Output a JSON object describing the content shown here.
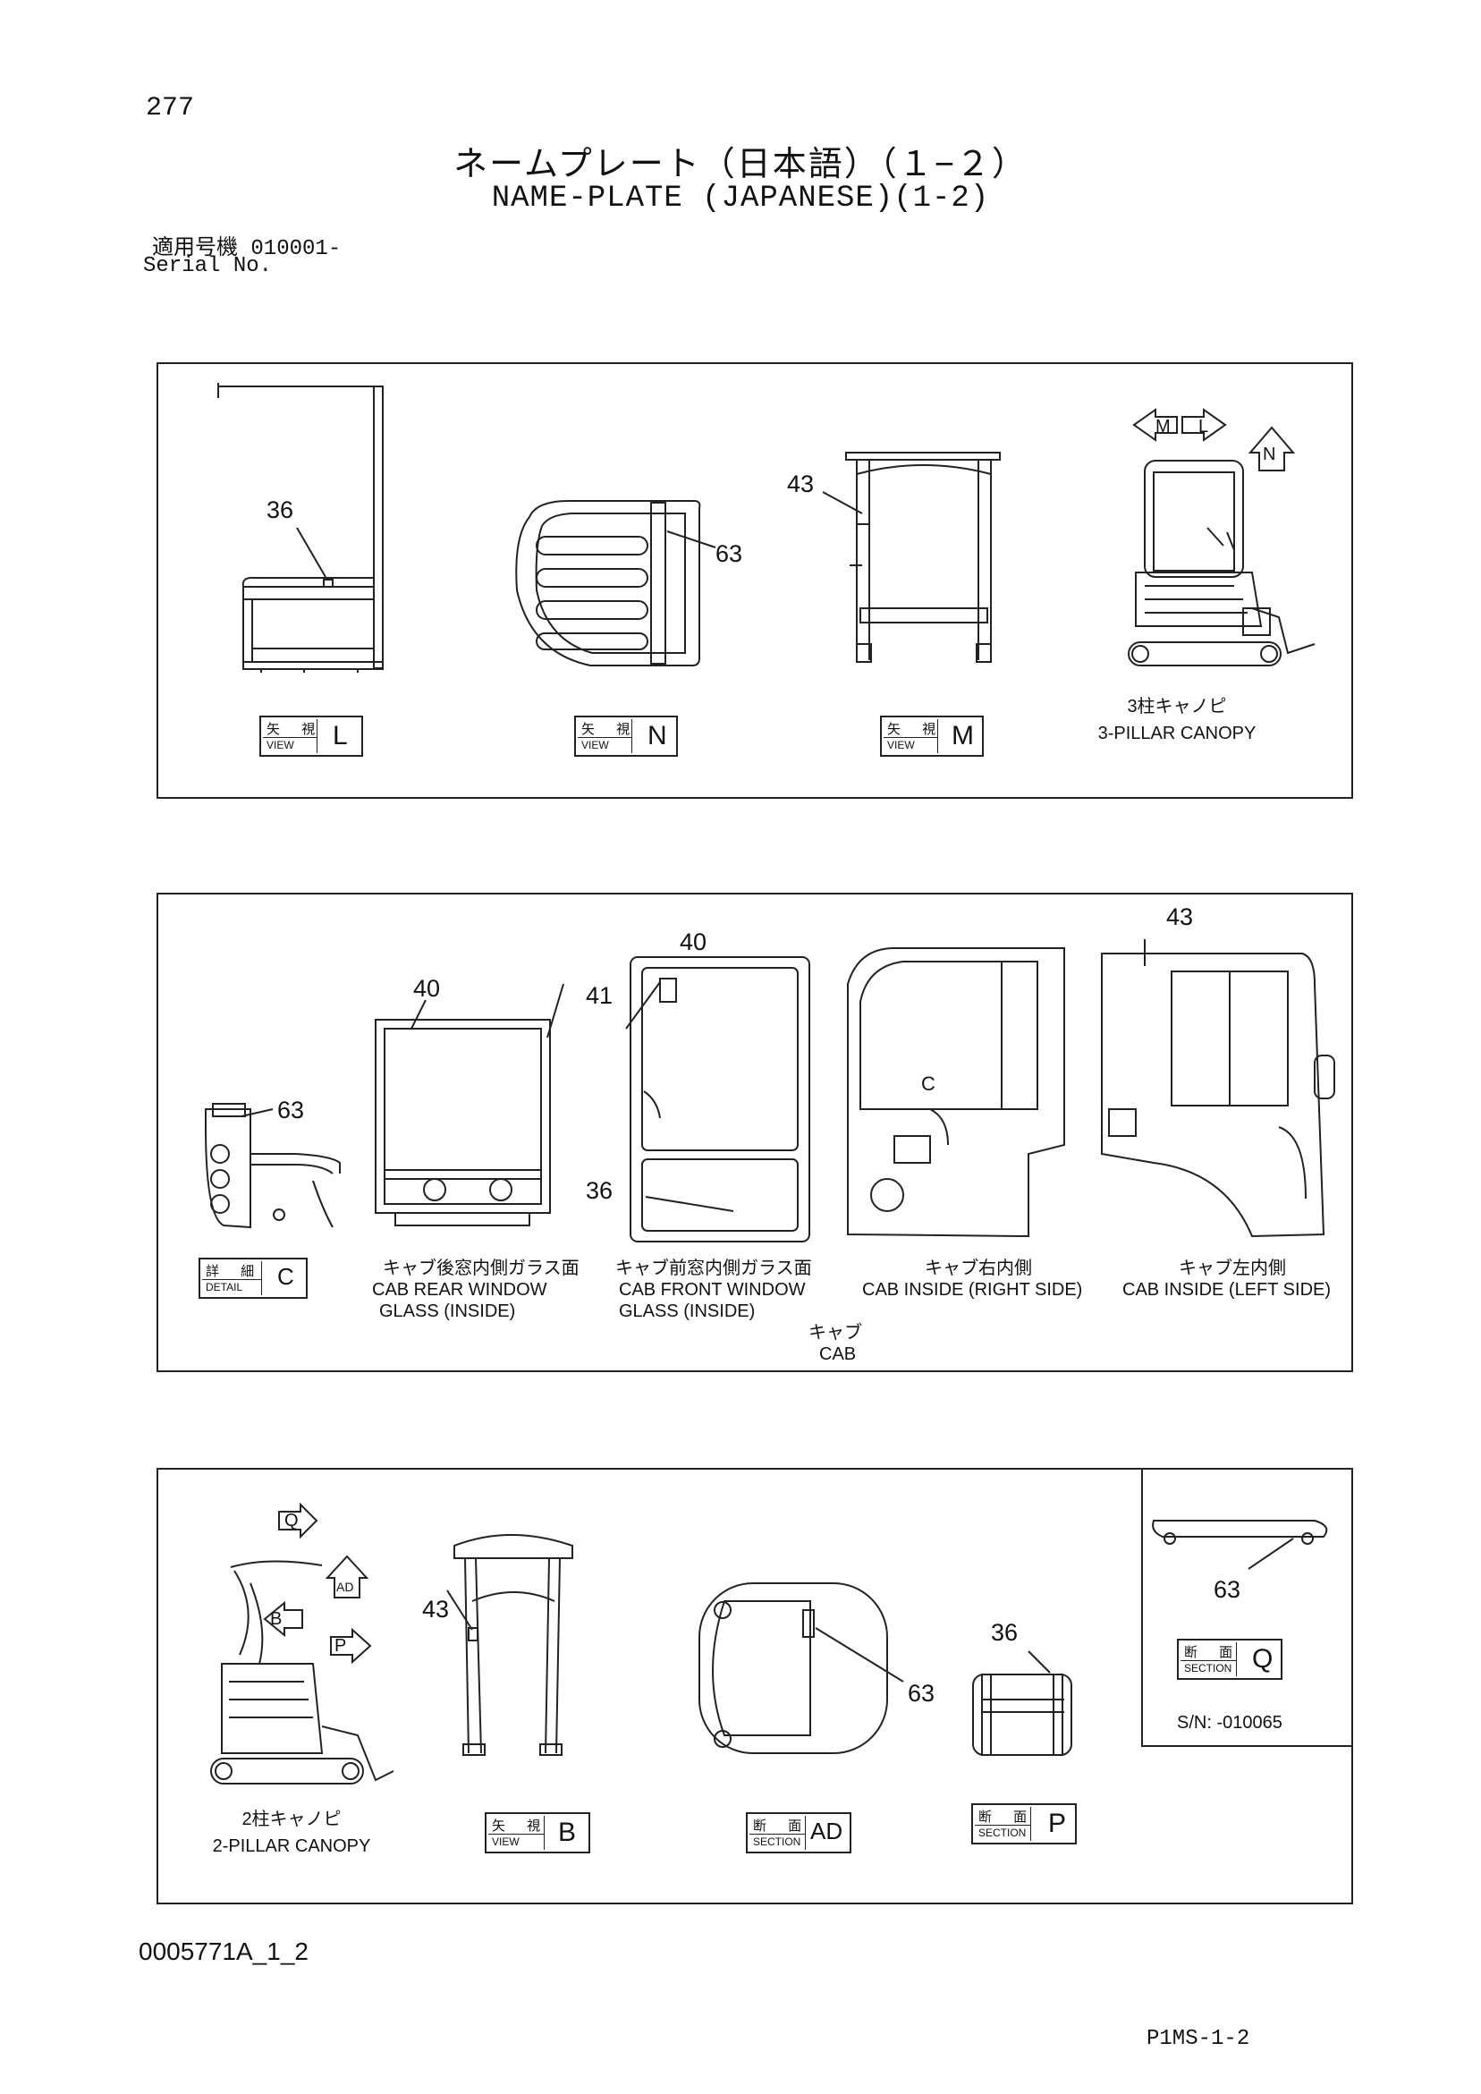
{
  "header": {
    "page_number": "277",
    "title_jp": "ネームプレート（日本語）（１−２）",
    "title_en": "NAME-PLATE (JAPANESE)(1-2)",
    "serial_jp": "適用号機  010001-",
    "serial_en": "Serial No."
  },
  "panel1": {
    "callouts": {
      "c36": "36",
      "c63": "63",
      "c43": "43"
    },
    "view_l": {
      "jp": "矢 視",
      "en": "VIEW",
      "letter": "L"
    },
    "view_n": {
      "jp": "矢 視",
      "en": "VIEW",
      "letter": "N"
    },
    "view_m": {
      "jp": "矢 視",
      "en": "VIEW",
      "letter": "M"
    },
    "arrows": {
      "m": "M",
      "l": "L",
      "n": "N"
    },
    "canopy_jp": "3柱キャノピ",
    "canopy_en": "3-PILLAR CANOPY"
  },
  "panel2": {
    "callouts": {
      "c63": "63",
      "c40a": "40",
      "c40b": "40",
      "c41": "41",
      "c36": "36",
      "c43": "43",
      "cC": "C"
    },
    "detail_c": {
      "jp": "詳 細",
      "en": "DETAIL",
      "letter": "C"
    },
    "rear_jp": "キャブ後窓内側ガラス面",
    "rear_en1": "CAB REAR WINDOW",
    "rear_en2": "GLASS (INSIDE)",
    "front_jp": "キャブ前窓内側ガラス面",
    "front_en1": "CAB FRONT WINDOW",
    "front_en2": "GLASS (INSIDE)",
    "right_jp": "キャブ右内側",
    "right_en": "CAB INSIDE (RIGHT SIDE)",
    "left_jp": "キャブ左内側",
    "left_en": "CAB INSIDE (LEFT SIDE)",
    "cab_jp": "キャブ",
    "cab_en": "CAB"
  },
  "panel3": {
    "callouts": {
      "c43": "43",
      "c63a": "63",
      "c36": "36",
      "c63b": "63"
    },
    "arrows": {
      "q": "Q",
      "ad": "AD",
      "b": "B",
      "p": "P"
    },
    "canopy_jp": "2柱キャノピ",
    "canopy_en": "2-PILLAR CANOPY",
    "view_b": {
      "jp": "矢 視",
      "en": "VIEW",
      "letter": "B"
    },
    "section_ad": {
      "jp": "断 面",
      "en": "SECTION",
      "letter": "AD"
    },
    "section_p": {
      "jp": "断 面",
      "en": "SECTION",
      "letter": "P"
    },
    "section_q": {
      "jp": "断 面",
      "en": "SECTION",
      "letter": "Q"
    },
    "sn": "S/N: -010065"
  },
  "footer": {
    "drawing_id": "0005771A_1_2",
    "page_code": "P1MS-1-2"
  }
}
